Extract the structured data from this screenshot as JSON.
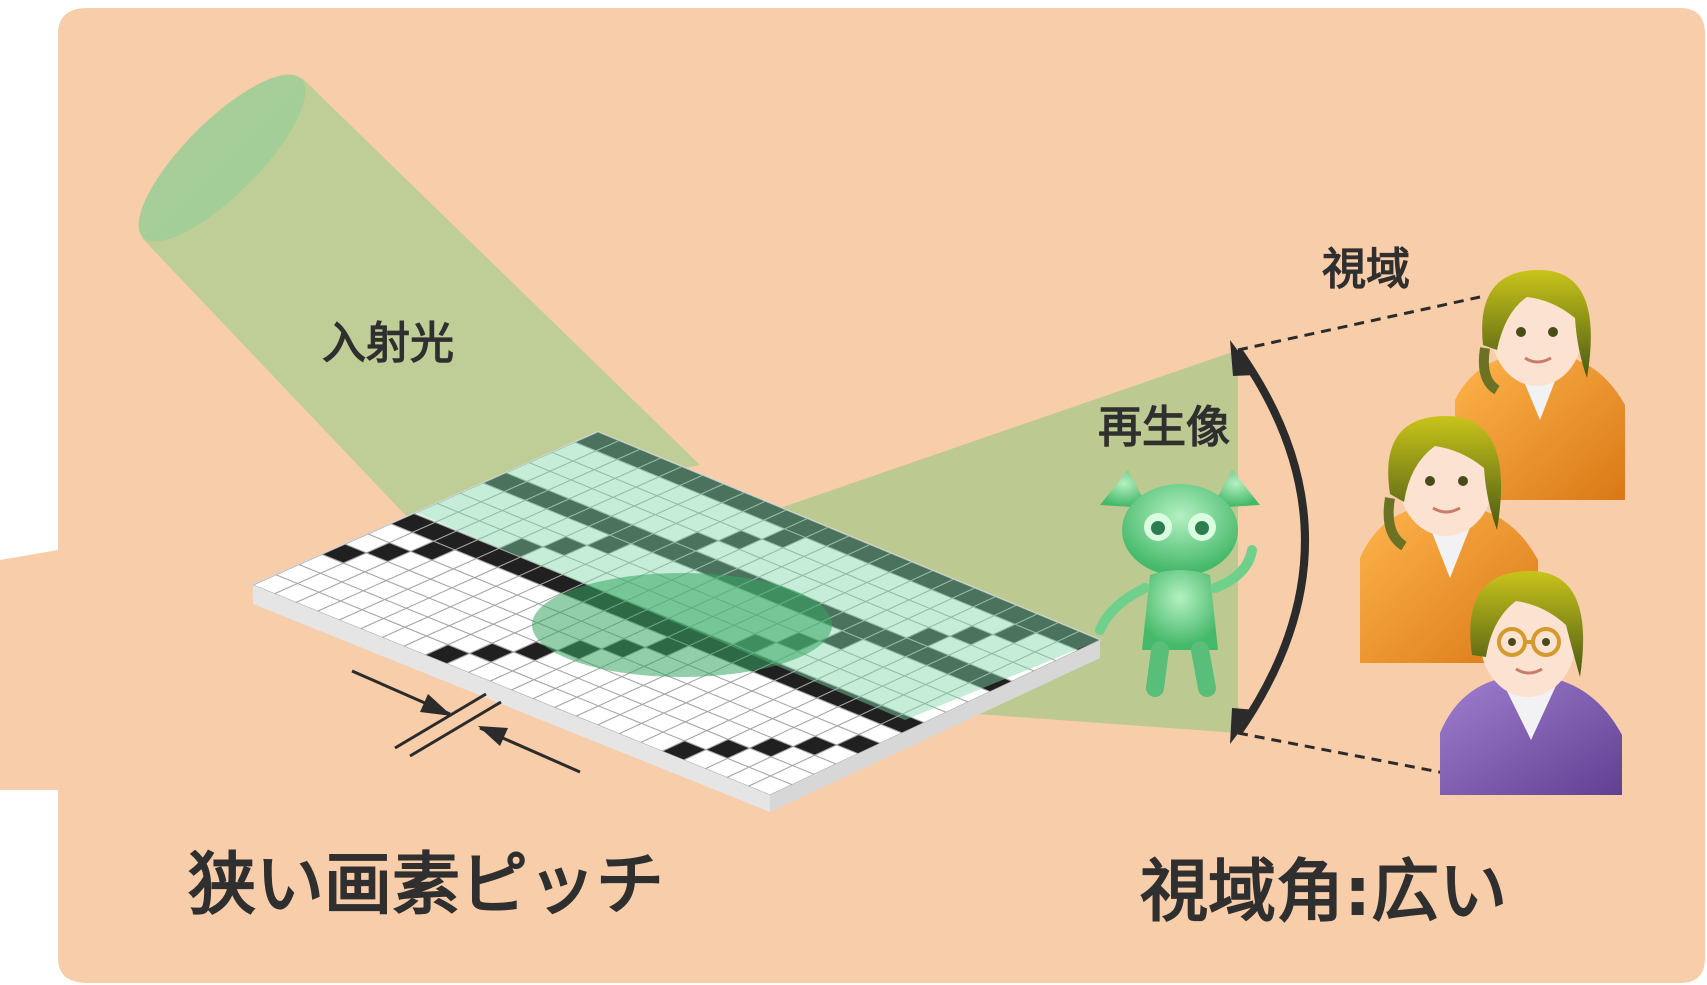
{
  "labels": {
    "incident_light": "入射光",
    "viewing_zone": "視域",
    "reconstructed_image": "再生像",
    "narrow_pixel_pitch": "狭い画素ピッチ",
    "viewing_angle": "視域角:広い"
  },
  "colors": {
    "background_panel": "#F8CDAA",
    "light_beam": "#B8CE95",
    "grid_overlay": "#7FD6A7",
    "arrow": "#2B2B2B",
    "person_orange_jacket": "#F29A2E",
    "person_purple_jacket": "#7A56A8"
  },
  "icons": [
    "hologram-character-icon",
    "viewer-person-icon",
    "viewer-person-glasses-icon"
  ]
}
